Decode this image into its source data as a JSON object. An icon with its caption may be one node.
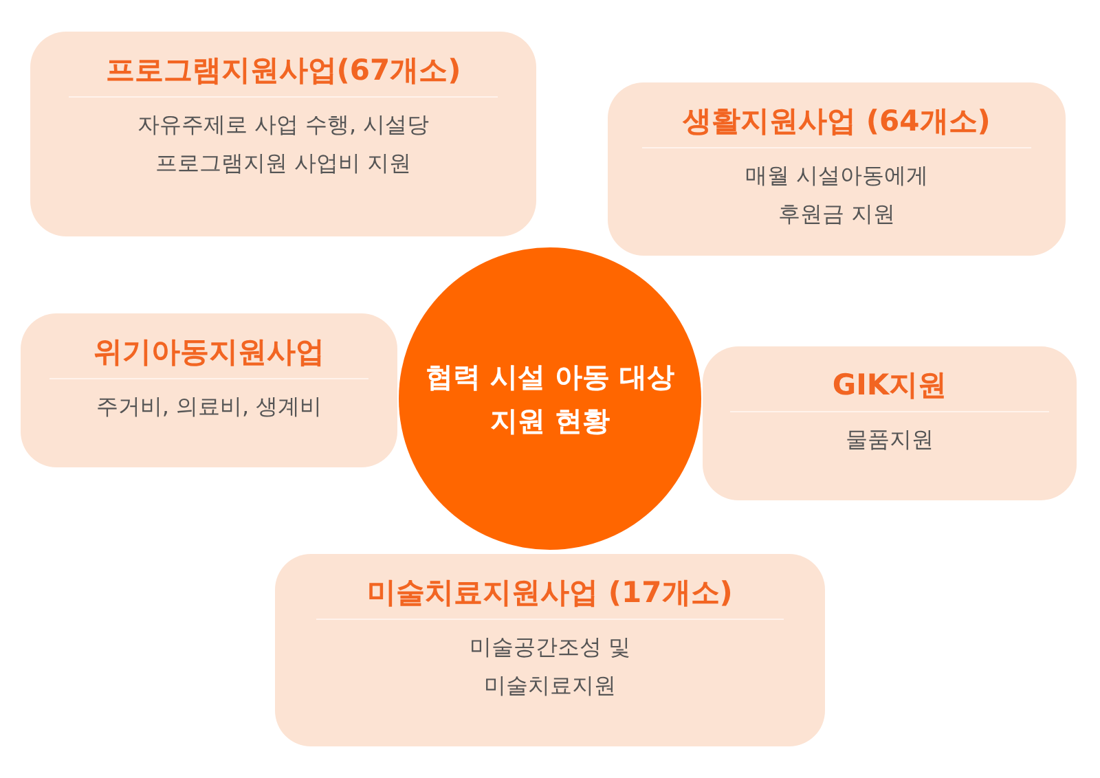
{
  "diagram": {
    "nodes": [
      {
        "text": [
          "협력 시설 아동 대상 지원 현황"
        ]
      },
      {
        "text": [
          "프로그램지원사업(67개소)",
          "자유주제로 사업 수행, 시설당 프로그램지원 사업비 지원"
        ]
      },
      {
        "text": [
          "생활지원사업 (64개소)",
          "매월 시설아동에게 후원금 지원"
        ]
      },
      {
        "text": [
          "위기아동지원사업",
          "주거비, 의료비, 생계비"
        ]
      },
      {
        "text": [
          "GIK지원",
          "물품지원"
        ]
      },
      {
        "text": [
          "미술치료지원사업 (17개소)",
          "미술공간조성 및 미술치료지원"
        ]
      }
    ]
  }
}
